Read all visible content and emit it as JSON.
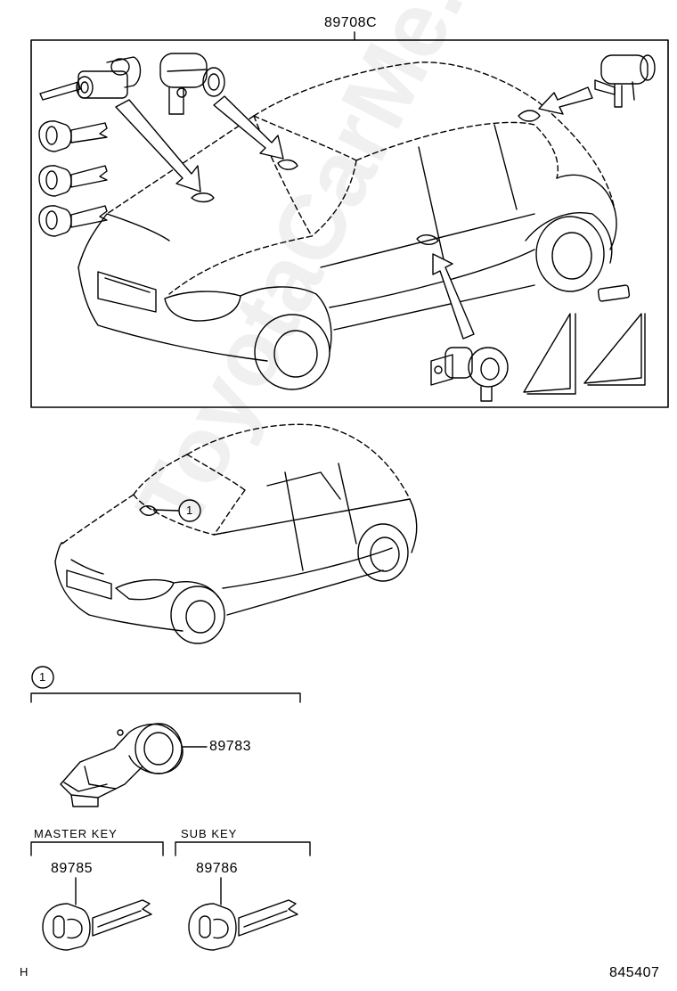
{
  "diagram": {
    "assembly_code": "89708C",
    "callout_marker": "1",
    "parts": [
      {
        "code": "89783"
      },
      {
        "code": "89785",
        "group": "MASTER KEY"
      },
      {
        "code": "89786",
        "group": "SUB KEY"
      }
    ],
    "footer_left": "H",
    "footer_right": "845407",
    "watermark": "ToyotaCarMe.ru"
  }
}
